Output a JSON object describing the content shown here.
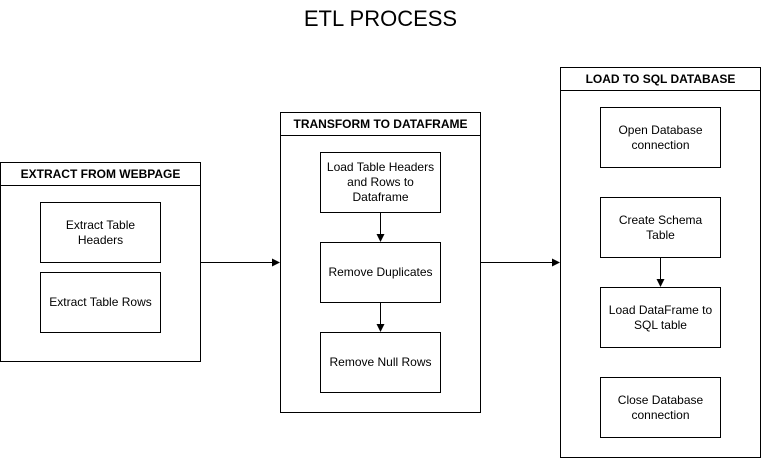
{
  "title": "ETL PROCESS",
  "extract": {
    "header": "EXTRACT FROM WEBPAGE",
    "steps": [
      "Extract Table Headers",
      "Extract Table Rows"
    ]
  },
  "transform": {
    "header": "TRANSFORM TO DATAFRAME",
    "steps": [
      "Load Table Headers and Rows to Dataframe",
      "Remove Duplicates",
      "Remove Null Rows"
    ]
  },
  "load": {
    "header": "LOAD TO SQL DATABASE",
    "steps": [
      "Open Database connection",
      "Create Schema Table",
      "Load DataFrame to SQL table",
      "Close Database connection"
    ]
  },
  "colors": {
    "stroke": "#000000",
    "background": "#ffffff"
  }
}
